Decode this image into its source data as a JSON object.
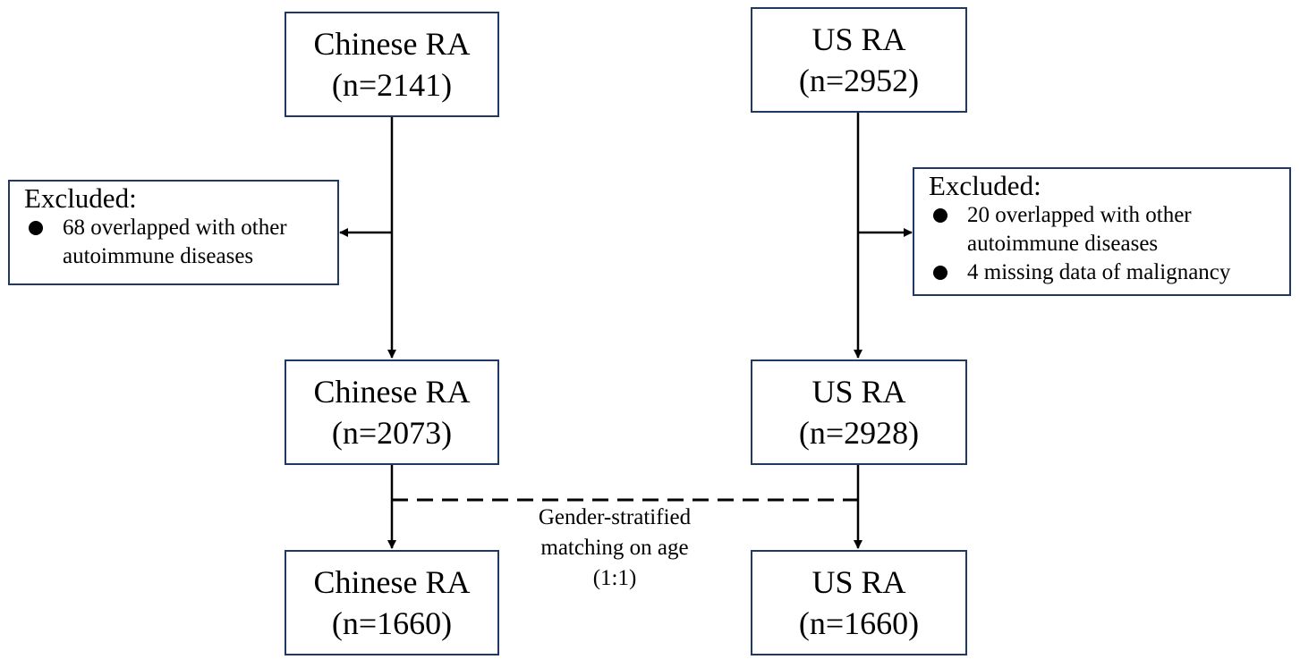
{
  "cohorts": {
    "chinese_initial": {
      "label": "Chinese RA",
      "count": "(n=2141)"
    },
    "us_initial": {
      "label": "US RA",
      "count": "(n=2952)"
    },
    "chinese_after_exclusion": {
      "label": "Chinese RA",
      "count": "(n=2073)"
    },
    "us_after_exclusion": {
      "label": "US RA",
      "count": "(n=2928)"
    },
    "chinese_matched": {
      "label": "Chinese RA",
      "count": "(n=1660)"
    },
    "us_matched": {
      "label": "US RA",
      "count": "(n=1660)"
    }
  },
  "exclusions": {
    "chinese": {
      "title": "Excluded:",
      "items": [
        "68 overlapped with other autoimmune diseases"
      ]
    },
    "us": {
      "title": "Excluded:",
      "items": [
        "20 overlapped with other autoimmune diseases",
        "4 missing data of malignancy"
      ]
    }
  },
  "matching": {
    "lines": [
      "Gender-stratified",
      "matching on age",
      "(1:1)"
    ]
  },
  "colors": {
    "box_border": "#1f3864",
    "line": "#000000"
  }
}
